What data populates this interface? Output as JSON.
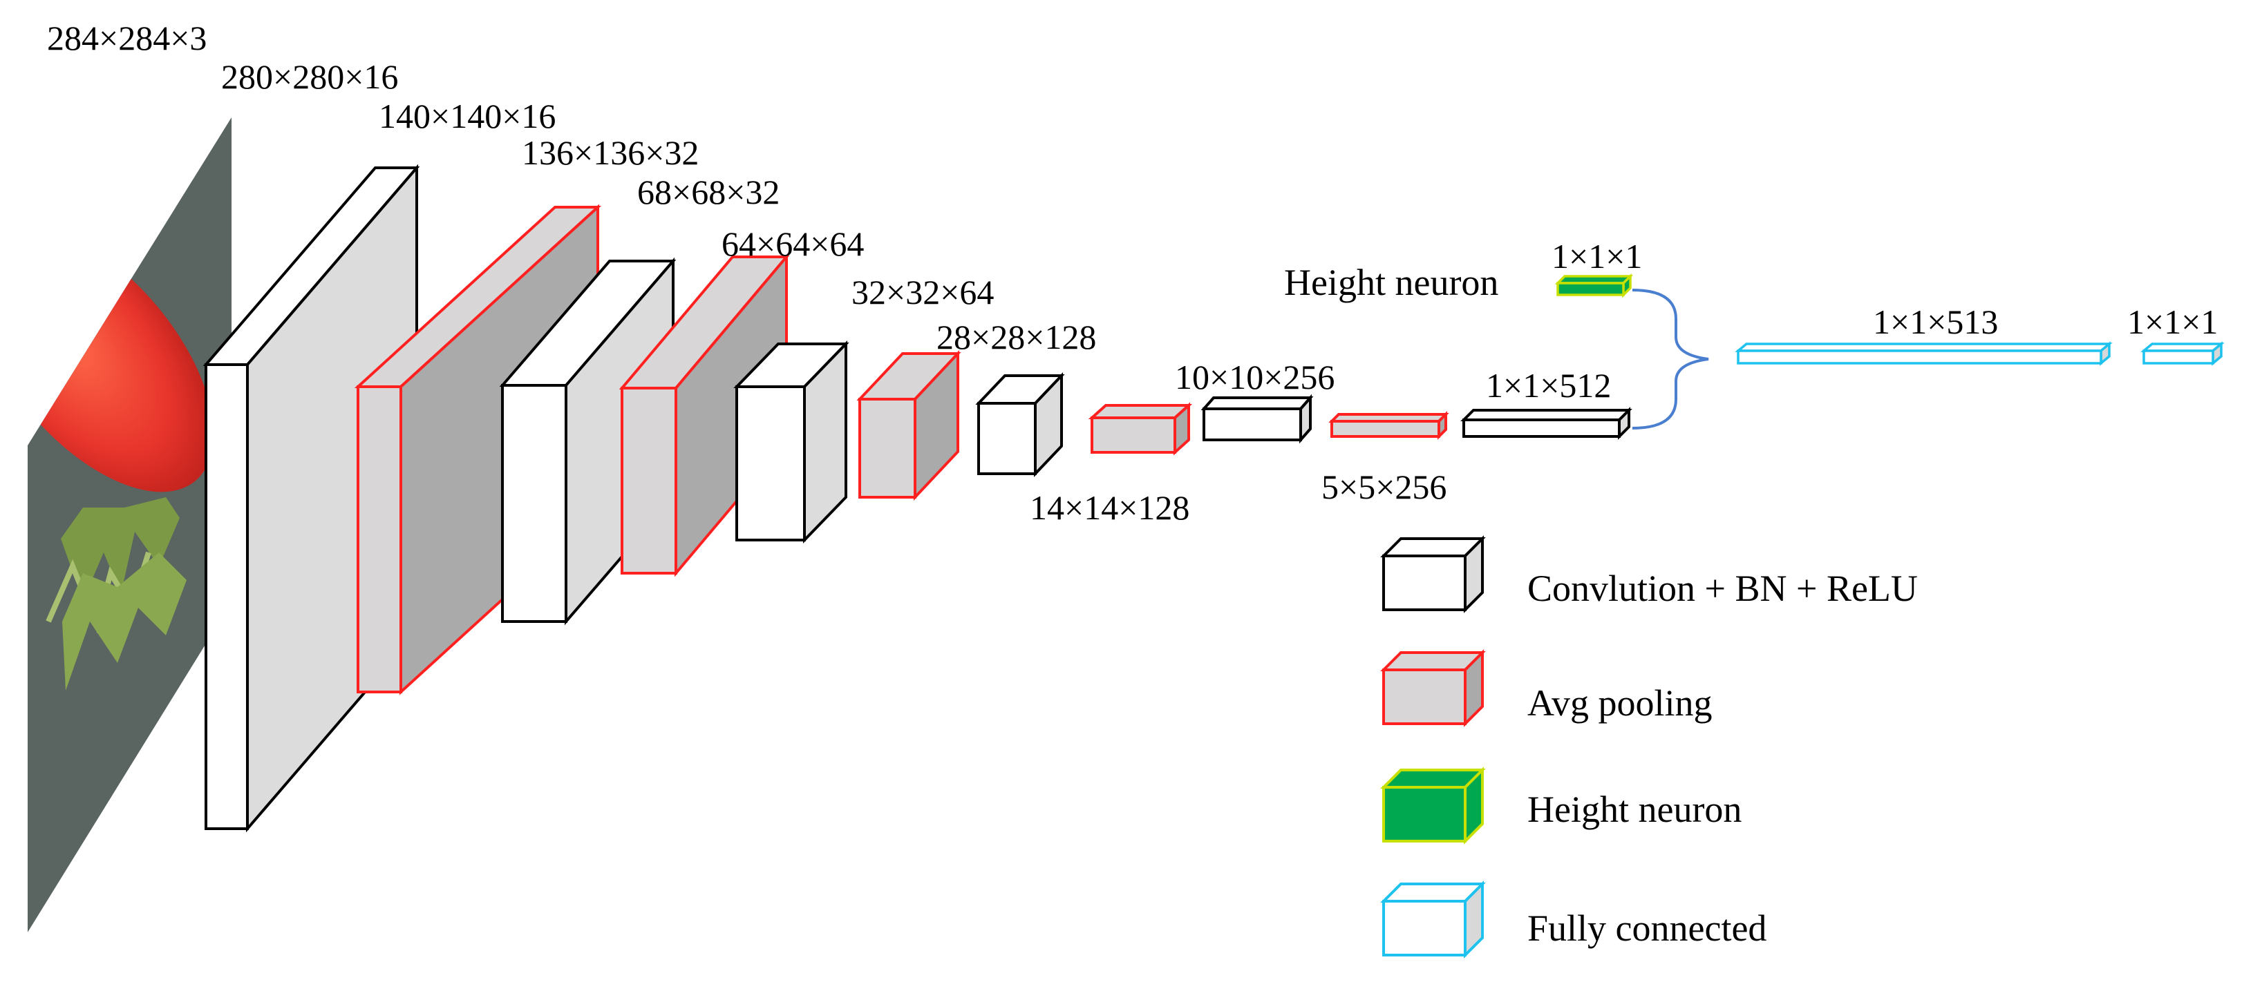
{
  "input_image": {
    "subject": "strawberry photo"
  },
  "input_label": "284×284×3",
  "layers": [
    {
      "kind": "conv",
      "label": "280×280×16"
    },
    {
      "kind": "pool",
      "label": "140×140×16"
    },
    {
      "kind": "conv",
      "label": "136×136×32"
    },
    {
      "kind": "pool",
      "label": "68×68×32"
    },
    {
      "kind": "conv",
      "label": "64×64×64"
    },
    {
      "kind": "pool",
      "label": "32×32×64"
    },
    {
      "kind": "conv",
      "label": "28×28×128"
    },
    {
      "kind": "pool",
      "label": "14×14×128"
    },
    {
      "kind": "conv",
      "label": "10×10×256"
    },
    {
      "kind": "pool",
      "label": "5×5×256"
    },
    {
      "kind": "conv",
      "label": "1×1×512"
    }
  ],
  "height_neuron": {
    "caption": "Height neuron",
    "label": "1×1×1"
  },
  "fc_layers": [
    {
      "label": "1×1×513"
    },
    {
      "label": "1×1×1"
    }
  ],
  "legend": [
    {
      "kind": "conv",
      "label": "Convlution + BN + ReLU"
    },
    {
      "kind": "pool",
      "label": "Avg pooling"
    },
    {
      "kind": "height",
      "label": "Height neuron"
    },
    {
      "kind": "fc",
      "label": "Fully connected"
    }
  ],
  "colors": {
    "conv_stroke": "#000000",
    "conv_front": "#ffffff",
    "conv_side": "#dcdcdc",
    "pool_stroke": "#ff2020",
    "pool_front": "#d9d6d8",
    "pool_side": "#aaaaaa",
    "height_stroke": "#c8e000",
    "height_fill": "#00a84f",
    "fc_stroke": "#1ec2ee",
    "fc_side": "#d8d8d8",
    "bracket": "#4a7fd0",
    "input_bg": "#5a6461",
    "strawberry": "#e8352c",
    "leaves": "#7c9a45"
  }
}
